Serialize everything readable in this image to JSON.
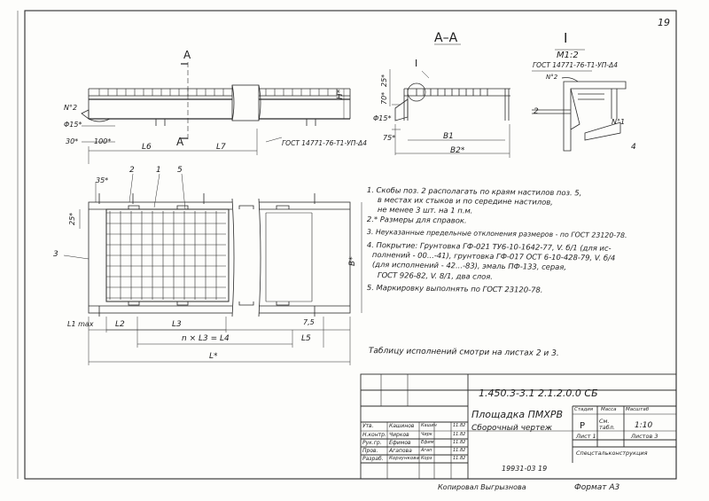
{
  "sheet_number": "19",
  "views": {
    "section_a": "A–A",
    "section_mark": "A",
    "detail": "I",
    "detail_scale": "М1:2"
  },
  "labels": {
    "gost_main": "ГОСТ 14771-76-Т1-УП-Δ4",
    "gost_detail": "ГОСТ 14771-76-Т1-УП-Δ4",
    "no2": "N°2",
    "no1": "N°1",
    "phi15": "Φ15*",
    "dim30": "30*",
    "dim100": "100*",
    "L6": "L6",
    "L7": "L7",
    "H": "H*",
    "dim70": "70*",
    "dim25": "25*",
    "dim75": "75*",
    "B1": "B1",
    "B2": "B2*",
    "dim35": "35*",
    "dim25b": "25*",
    "B_right": "B*",
    "pos1": "1",
    "pos2": "2",
    "pos3": "3",
    "pos4": "4",
    "pos5": "5",
    "L1max": "L1 max",
    "L2": "L2",
    "L3": "L3",
    "nL3": "n × L3 = L4",
    "dim7_5": "7,5",
    "L5": "L5",
    "L": "L*"
  },
  "notes": [
    "1. Скобы поз. 2 располагать по краям настилов поз. 5,",
    "в местах их стыков и по середине настилов,",
    "не менее 3 шт. на 1 п.м.",
    "2.* Размеры для справок.",
    "3. Неуказанные предельные отклонения размеров - по ГОСТ 23120-78.",
    "4. Покрытие: Грунтовка ГФ-021 ТУ6-10-1642-77, V. б/1 (для ис-",
    "полнений - 00...-41), грунтовка ГФ-017 ОСТ 6-10-428-79, V. б/4",
    "(для исполнений - 42...-83), эмаль ПФ-133, серая,",
    "ГОСТ 926-82, V. 8/1, два слоя.",
    "5. Маркировку выполнять по ГОСТ 23120-78."
  ],
  "table_ref": "Таблицу исполнений смотри на листах 2 и 3.",
  "title_block": {
    "doc_code": "1.450.3-3.1   2.1.2.0.0 СБ",
    "name": "Площадка ПМХРВ",
    "doc_type": "Сборочный чертеж",
    "stage_h": "Стадия",
    "mass_h": "Масса",
    "scale_h": "Масштаб",
    "stage": "Р",
    "mass": "См. табл.",
    "scale": "1:10",
    "sheet": "Лист 1",
    "sheets": "Листов 3",
    "org": "Спецстальконструкция",
    "roles": [
      {
        "role": "Утв.",
        "name": "Кашинов",
        "sign": "Кашин",
        "date": "11.82"
      },
      {
        "role": "Н.контр.",
        "name": "Чирков",
        "sign": "Чирк",
        "date": "11.82"
      },
      {
        "role": "Рук.гр.",
        "name": "Ефимов",
        "sign": "Ефим",
        "date": "11.82"
      },
      {
        "role": "Пров.",
        "name": "Агапова",
        "sign": "Агап",
        "date": "11.82"
      },
      {
        "role": "Разраб.",
        "name": "Корзункова",
        "sign": "Корз",
        "date": "11.82"
      }
    ],
    "inv": "19931-03   19",
    "copied": "Копировал  Выгрызнова",
    "format": "Формат А3"
  }
}
